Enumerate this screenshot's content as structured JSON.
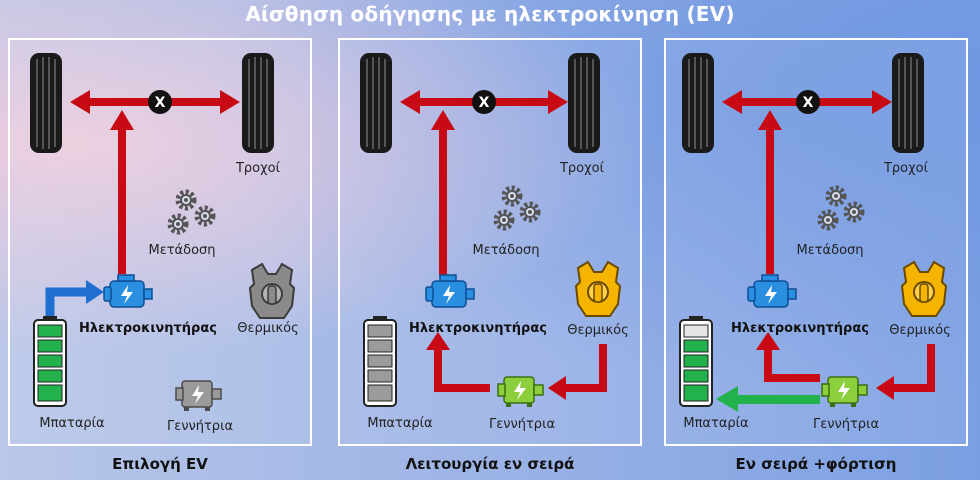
{
  "title": "Αίσθηση οδήγησης με ηλεκτροκίνηση (EV)",
  "panels": [
    {
      "caption": "Επιλογή EV",
      "labels": {
        "wheels": "Τροχοί",
        "transmission": "Μετάδοση",
        "motor": "Ηλεκτροκινητήρας",
        "engine": "Θερμικός",
        "battery": "Μπαταρία",
        "generator": "Γεννήτρια"
      },
      "battery_charge": "5 of 5 bars green"
    },
    {
      "caption": "Λειτουργία εν σειρά",
      "labels": {
        "wheels": "Τροχοί",
        "transmission": "Μετάδοση",
        "motor": "Ηλεκτροκινητήρας",
        "engine": "Θερμικός",
        "battery": "Μπαταρία",
        "generator": "Γεννήτρια"
      },
      "battery_charge": "0 of 5 bars green"
    },
    {
      "caption": "Εν σειρά  +φόρτιση",
      "labels": {
        "wheels": "Τροχοί",
        "transmission": "Μετάδοση",
        "motor": "Ηλεκτροκινητήρας",
        "engine": "Θερμικός",
        "battery": "Μπαταρία",
        "generator": "Γεννήτρια"
      },
      "battery_charge": "4 of 5 bars green"
    }
  ],
  "clutch_symbol": "X",
  "colors": {
    "arrow_red": "#c80a14",
    "arrow_blue": "#1f6fd0",
    "arrow_green": "#22b24c",
    "motor_blue": "#2a8fe0",
    "engine_yellow": "#f5b400",
    "engine_gray": "#8a8a8a",
    "generator_green": "#8ccf3c",
    "generator_gray": "#9a9a9a",
    "battery_green": "#23b14d"
  }
}
